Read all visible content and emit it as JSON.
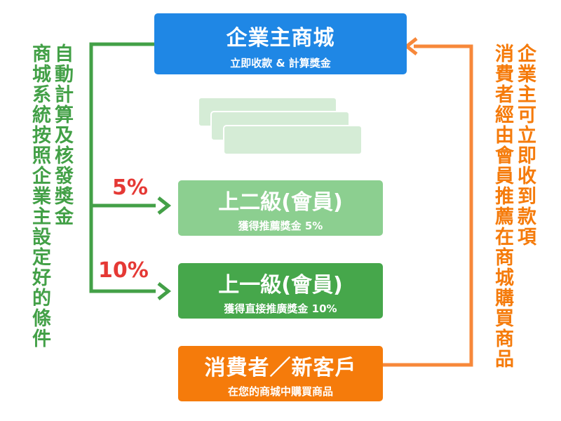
{
  "merchant_box": {
    "title": "企業主商城",
    "subtitle": "立即收款 & 計算獎金"
  },
  "upline2_box": {
    "title": "上二級(會員)",
    "subtitle": "獲得推薦獎金 5%"
  },
  "upline1_box": {
    "title": "上一級(會員)",
    "subtitle": "獲得直接推廣獎金 10%"
  },
  "consumer_box": {
    "title": "消費者／新客戶",
    "subtitle": "在您的商城中購買商品"
  },
  "percent_labels": {
    "level2": "5%",
    "level1": "10%"
  },
  "left_note": {
    "column1": "自動計算及核發獎金",
    "column2": "商城系統按照企業主設定好的條件"
  },
  "right_note": {
    "column1": "企業主可立即收到款項",
    "column2": "消費者經由會員推薦在商城購買商品"
  },
  "colors": {
    "merchant": "#1f87e5",
    "upline2": "#8ccf90",
    "upline1": "#46a74b",
    "consumer": "#f57b0b",
    "green_arrow": "#43a047",
    "orange_arrow": "#f7883a",
    "percent": "#e53935"
  }
}
